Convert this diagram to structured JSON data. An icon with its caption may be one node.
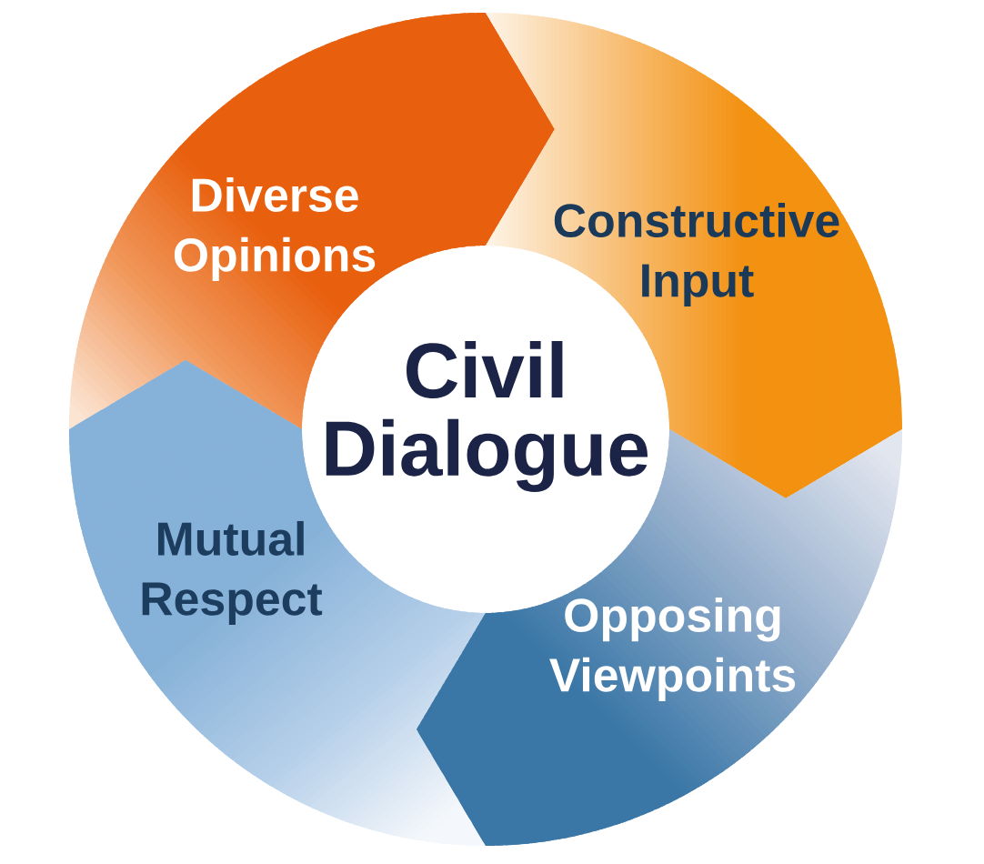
{
  "diagram": {
    "nodes": [
      {
        "text": [
          "Diverse Opinions"
        ]
      },
      {
        "text": [
          "Constructive Input"
        ]
      },
      {
        "text": [
          "Civil Dialogue"
        ]
      },
      {
        "text": [
          "Mutual Respect"
        ]
      },
      {
        "text": [
          "Opposing Viewpoints"
        ]
      }
    ]
  }
}
